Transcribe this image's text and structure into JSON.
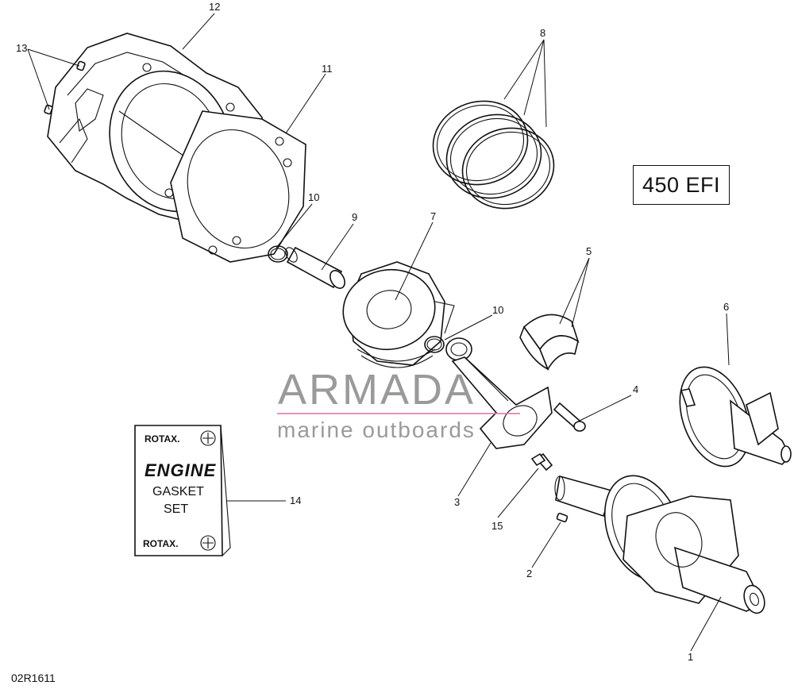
{
  "model_label": "450 EFI",
  "drawing_number": "02R1611",
  "watermark": {
    "name": "ARMADA",
    "subtitle": "marine outboards"
  },
  "gasket_kit": {
    "brand_top": "ROTAX.",
    "title": "ENGINE",
    "line1": "GASKET",
    "line2": "SET",
    "brand_bottom": "ROTAX."
  },
  "callouts": [
    {
      "id": "c12",
      "text": "12"
    },
    {
      "id": "c13",
      "text": "13"
    },
    {
      "id": "c11",
      "text": "11"
    },
    {
      "id": "c8",
      "text": "8"
    },
    {
      "id": "c10a",
      "text": "10"
    },
    {
      "id": "c9",
      "text": "9"
    },
    {
      "id": "c7",
      "text": "7"
    },
    {
      "id": "c5",
      "text": "5"
    },
    {
      "id": "c6",
      "text": "6"
    },
    {
      "id": "c10b",
      "text": "10"
    },
    {
      "id": "c4",
      "text": "4"
    },
    {
      "id": "c3",
      "text": "3"
    },
    {
      "id": "c15",
      "text": "15"
    },
    {
      "id": "c14",
      "text": "14"
    },
    {
      "id": "c2",
      "text": "2"
    },
    {
      "id": "c1",
      "text": "1"
    }
  ]
}
